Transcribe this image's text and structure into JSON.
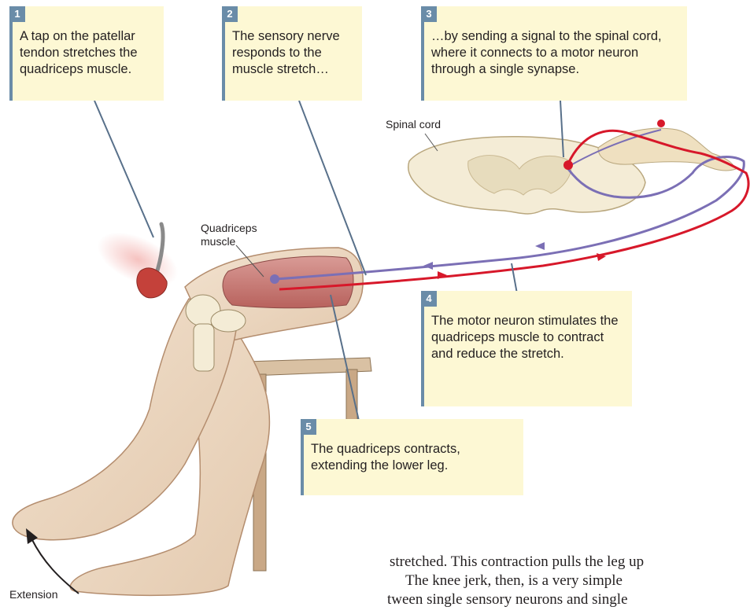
{
  "callouts": [
    {
      "number": "1",
      "text": "A tap on the patellar tendon stretches the quadriceps muscle."
    },
    {
      "number": "2",
      "text": "The sensory nerve responds to the muscle stretch…"
    },
    {
      "number": "3",
      "text": "…by sending a signal to the spinal cord, where it connects to a motor neuron through a single synapse."
    },
    {
      "number": "4",
      "text": "The motor neuron stimulates the quadriceps muscle to contract and reduce the stretch."
    },
    {
      "number": "5",
      "text": "The quadriceps contracts, extending the lower leg."
    }
  ],
  "labels": {
    "spinal_cord": "Spinal cord",
    "quadriceps": "Quadriceps muscle",
    "extension": "Extension"
  },
  "body_text": {
    "line1": "stretched. This contraction pulls the leg up",
    "line2": "The knee jerk, then, is a very simple",
    "line3": "tween single sensory neurons and single"
  },
  "colors": {
    "sensory_neuron": "#7b6fb5",
    "motor_neuron": "#d7182a",
    "callout_fill": "#fdf8d4",
    "callout_accent": "#6a8ca8"
  }
}
